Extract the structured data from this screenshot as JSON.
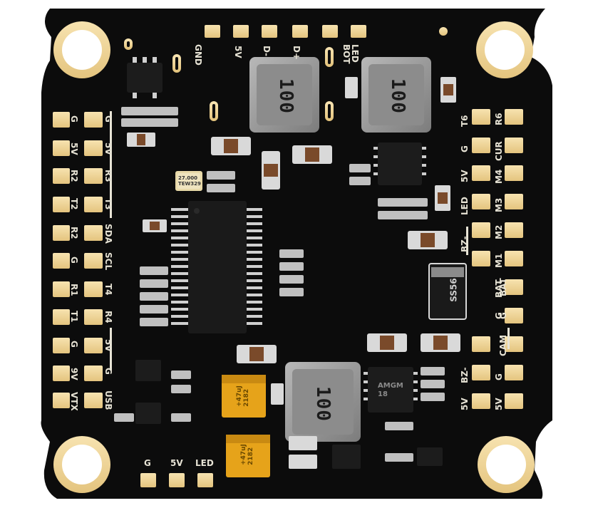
{
  "board": {
    "colors": {
      "pcb": "#0c0c0c",
      "pad": "#f0d9a0",
      "silk": "#e8e4d6",
      "inductor": "#9a9a9a",
      "tantalum": "#e8a81c"
    },
    "inductor_marking": "100",
    "crystal_text": [
      "27.000",
      "TEW329"
    ],
    "tantalum_text": [
      "+47uJ",
      "2182"
    ],
    "diode_text": "SS56",
    "ic_text": [
      "AMGM",
      "18"
    ],
    "top_labels": [
      "GND",
      "5V",
      "D-",
      "D+",
      "LED",
      "BOT"
    ],
    "left_outer_labels": [
      "G",
      "5V",
      "R2",
      "T2",
      "R2",
      "G",
      "R1",
      "T1",
      "G",
      "9V",
      "VTX"
    ],
    "left_inner_labels": [
      "G",
      "5V",
      "R3",
      "T3",
      "SDA",
      "SCL",
      "T4",
      "R4",
      "5V",
      "G",
      "USB"
    ],
    "right_inner_labels": [
      "T6",
      "G",
      "5V",
      "LED",
      "BZ-",
      "BAT",
      "G",
      "CAM",
      "BZ-",
      "5V"
    ],
    "right_outer_labels": [
      "R6",
      "CUR",
      "M4",
      "M3",
      "M2",
      "M1",
      "BAT",
      "G",
      "G",
      "5V"
    ],
    "bottom_labels": [
      "G",
      "5V",
      "LED"
    ]
  }
}
